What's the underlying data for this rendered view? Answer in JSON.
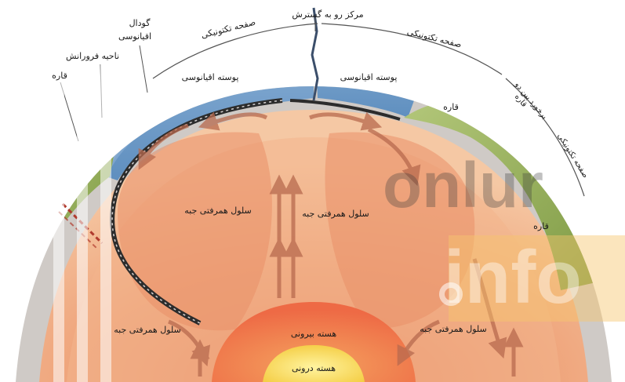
{
  "labels": {
    "spreading_center": "مرکز رو به گسترش",
    "tectonic_plate_left": "صفحه تکتونیکی",
    "tectonic_plate_right": "صفحه تکتونیکی",
    "tectonic_plate_far_right": "صفحه تکتونیکی",
    "ocean_trench_line1": "گودال",
    "ocean_trench_line2": "اقیانوسی",
    "subduction_zone": "ناحیه فرورانش",
    "continent_left": "قاره",
    "oceanic_crust_left": "پوسته اقیانوسی",
    "oceanic_crust_right": "پوسته اقیانوسی",
    "continent_right": "قاره",
    "continent_collision_line1": "برخورد بین دو",
    "continent_collision_line2": "قاره",
    "continent_far_right": "قاره",
    "convection_cell_1": "سلول همرفتی جبه",
    "convection_cell_2": "سلول همرفتی جبه",
    "convection_cell_3": "سلول همرفتی جبه",
    "convection_cell_4": "سلول همرفتی جبه",
    "outer_core": "هسته بیرونی",
    "inner_core": "هسته درونی"
  },
  "watermark": {
    "text_top": "onlur",
    "text_bottom": "info"
  },
  "colors": {
    "ocean": "#7ea6cf",
    "continent": "#9fb866",
    "mantle_outer": "#f3bf98",
    "mantle_inner": "#ec9c70",
    "outer_core": "#ef7a52",
    "inner_core": "#f7dd5a",
    "arrow": "#b86a4e"
  }
}
